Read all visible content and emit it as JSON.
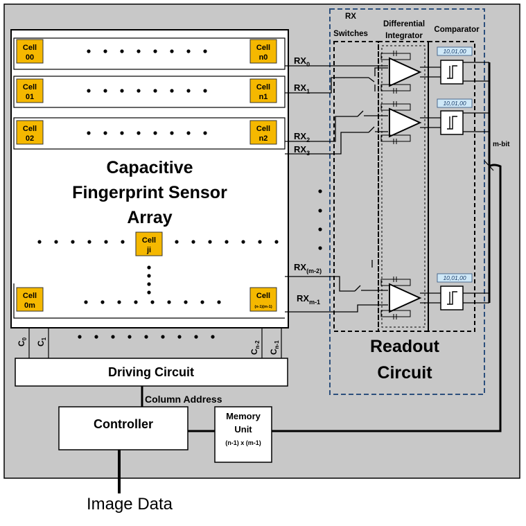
{
  "array_title": [
    "Capacitive",
    "Fingerprint Sensor",
    "Array"
  ],
  "cells": {
    "c00": [
      "Cell",
      "00"
    ],
    "c01": [
      "Cell",
      "01"
    ],
    "c02": [
      "Cell",
      "02"
    ],
    "cn0": [
      "Cell",
      "n0"
    ],
    "cn1": [
      "Cell",
      "n1"
    ],
    "cn2": [
      "Cell",
      "n2"
    ],
    "cji": [
      "Cell",
      "ji"
    ],
    "c0m": [
      "Cell",
      "0m"
    ],
    "cnm": [
      "Cell",
      "(n-1)(m-1)"
    ]
  },
  "rx_labels": {
    "rx0": {
      "base": "RX",
      "sub": "0"
    },
    "rx1": {
      "base": "RX",
      "sub": "1"
    },
    "rx2": {
      "base": "RX",
      "sub": "2"
    },
    "rx3": {
      "base": "RX",
      "sub": "3"
    },
    "rxm2": {
      "base": "RX",
      "sub": "(m-2)"
    },
    "rxm1": {
      "base": "RX",
      "sub": "m-1"
    }
  },
  "column_labels": {
    "c0": {
      "base": "C",
      "sub": "0"
    },
    "c1": {
      "base": "C",
      "sub": "1"
    },
    "cn2": {
      "base": "C",
      "sub": "n-2"
    },
    "cn1": {
      "base": "C",
      "sub": "n-1"
    }
  },
  "sections": {
    "rx_switches": [
      "RX",
      "Switches"
    ],
    "diff_integrator": [
      "Differential",
      "Integrator"
    ],
    "comparator": "Comparator"
  },
  "readout": [
    "Readout",
    "Circuit"
  ],
  "comparator_tag": "10,01,00",
  "mbit": "m-bit",
  "driving_circuit": "Driving Circuit",
  "column_address": "Column Address",
  "controller": "Controller",
  "memory_unit": [
    "Memory",
    "Unit",
    "(n-1) x (m-1)"
  ],
  "image_data": "Image Data",
  "colors": {
    "background": "#c8c8c8",
    "cell_fill": "#f5b800",
    "readout_border": "#2c4f7c",
    "tag_fill": "#cfe8f7"
  }
}
